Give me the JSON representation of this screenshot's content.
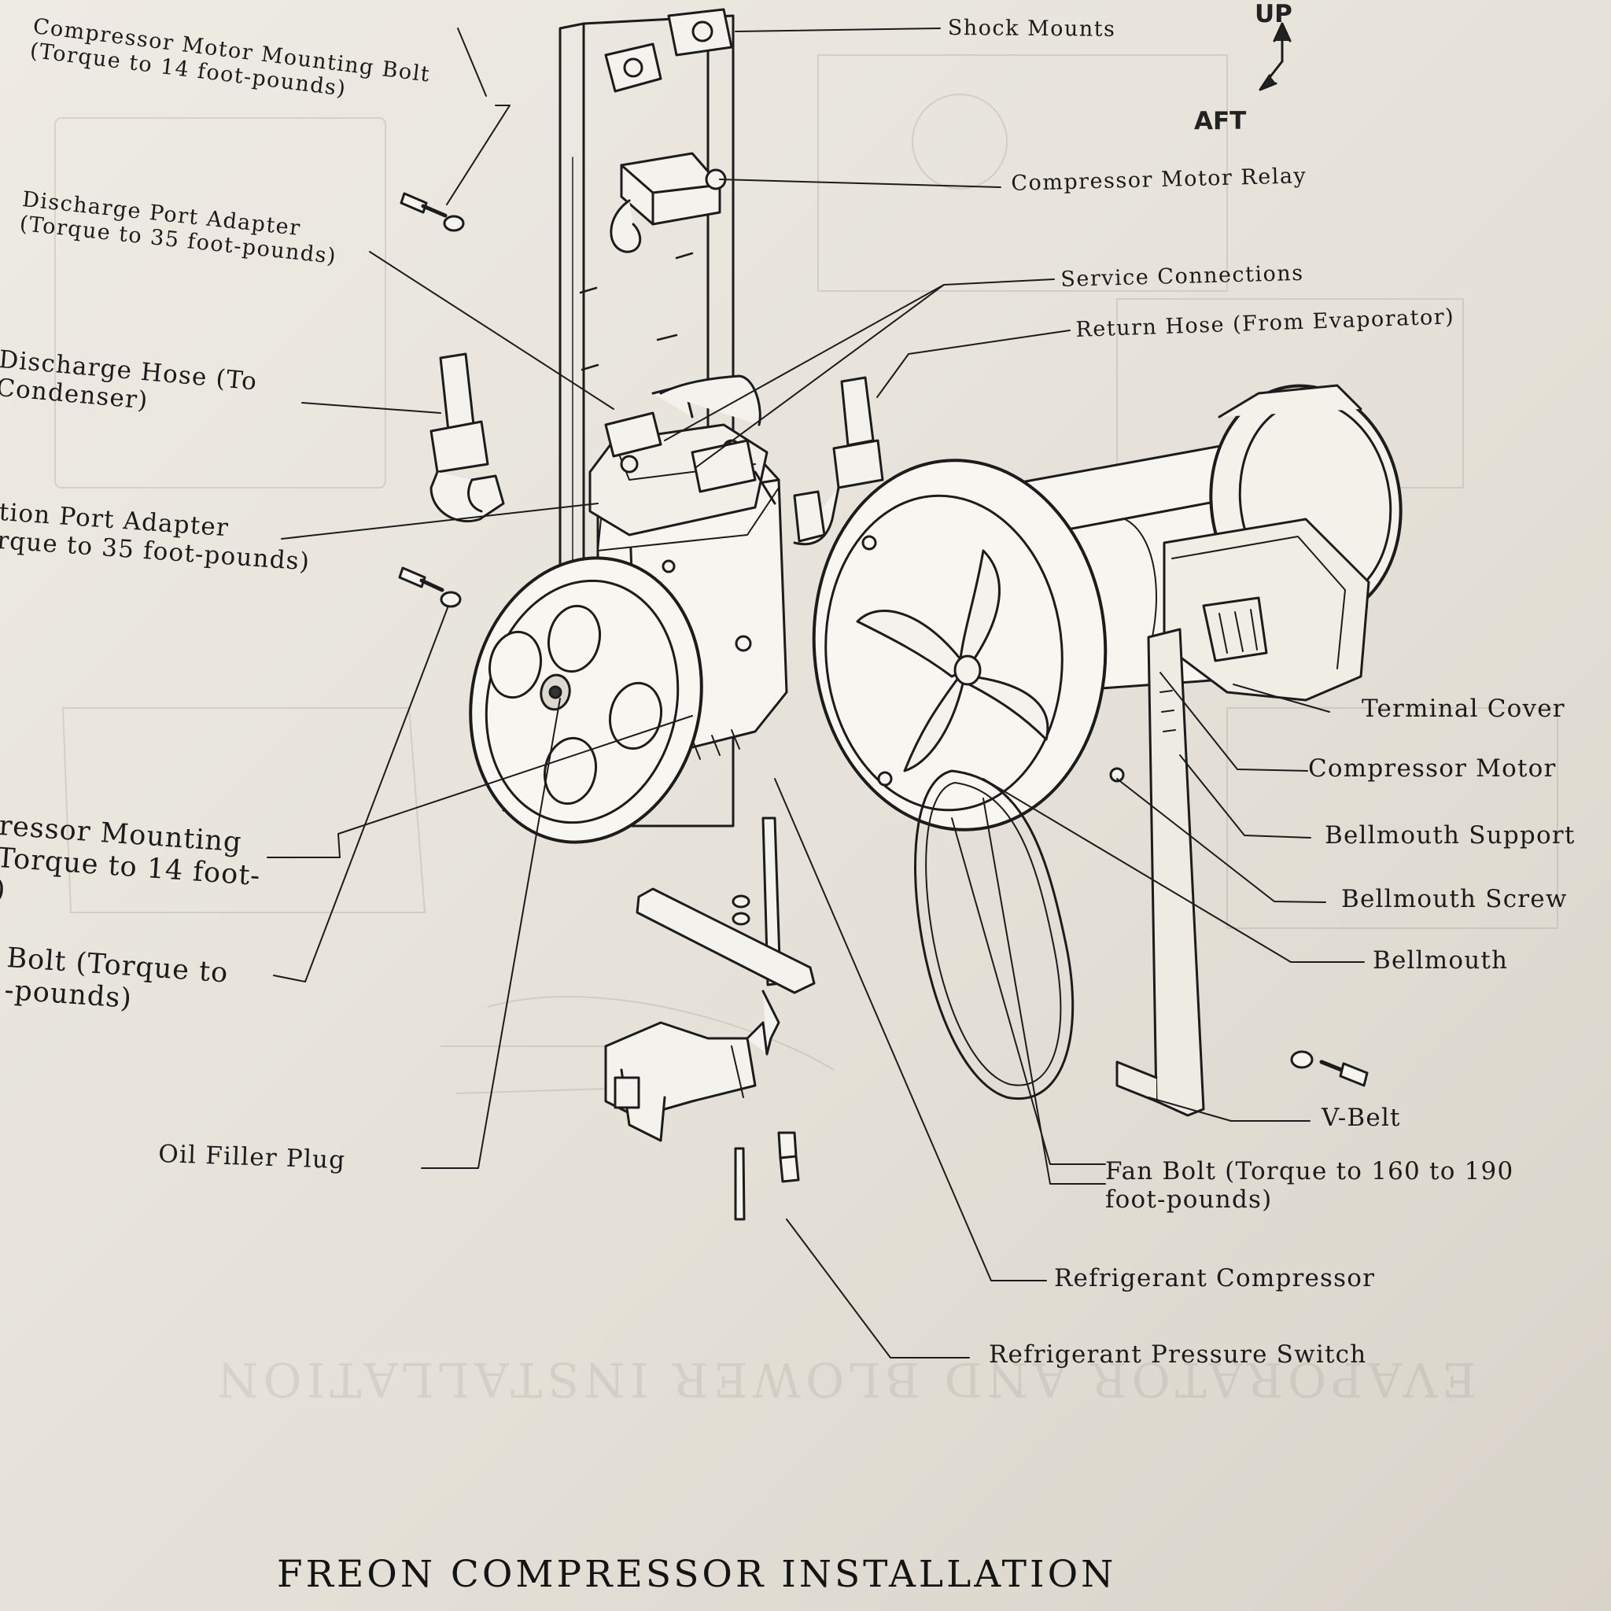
{
  "figure": {
    "title": "FREON COMPRESSOR INSTALLATION",
    "orientation": {
      "up": "UP",
      "aft": "AFT"
    }
  },
  "callouts": {
    "shock_mounts": "Shock Mounts",
    "compressor_motor_mounting_bolt": [
      "Compressor Motor Mounting Bolt",
      "(Torque to 14 foot-pounds)"
    ],
    "compressor_motor_relay": "Compressor Motor Relay",
    "discharge_port_adapter": [
      "Discharge Port Adapter",
      "(Torque to 35 foot-pounds)"
    ],
    "service_connections": "Service Connections",
    "return_hose": "Return Hose (From Evaporator)",
    "discharge_hose": [
      "Discharge Hose (To",
      "Condenser)"
    ],
    "suction_port_adapter": [
      "tion Port Adapter",
      "rque to 35 foot-pounds)"
    ],
    "terminal_cover": "Terminal Cover",
    "compressor_motor": "Compressor Motor",
    "bellmouth_support": "Bellmouth Support",
    "bellmouth_screw": "Bellmouth Screw",
    "bellmouth": "Bellmouth",
    "compressor_mounting_bolt": [
      "ressor Mounting",
      "Torque to 14 foot-",
      ")"
    ],
    "bolt_partial": [
      "Bolt (Torque to",
      "-pounds)"
    ],
    "v_belt": "V-Belt",
    "fan_bolt": [
      "Fan Bolt (Torque to 160 to 190",
      "foot-pounds)"
    ],
    "oil_filler_plug": "Oil Filler Plug",
    "refrigerant_compressor": "Refrigerant Compressor",
    "refrigerant_pressure_switch": "Refrigerant Pressure Switch"
  }
}
